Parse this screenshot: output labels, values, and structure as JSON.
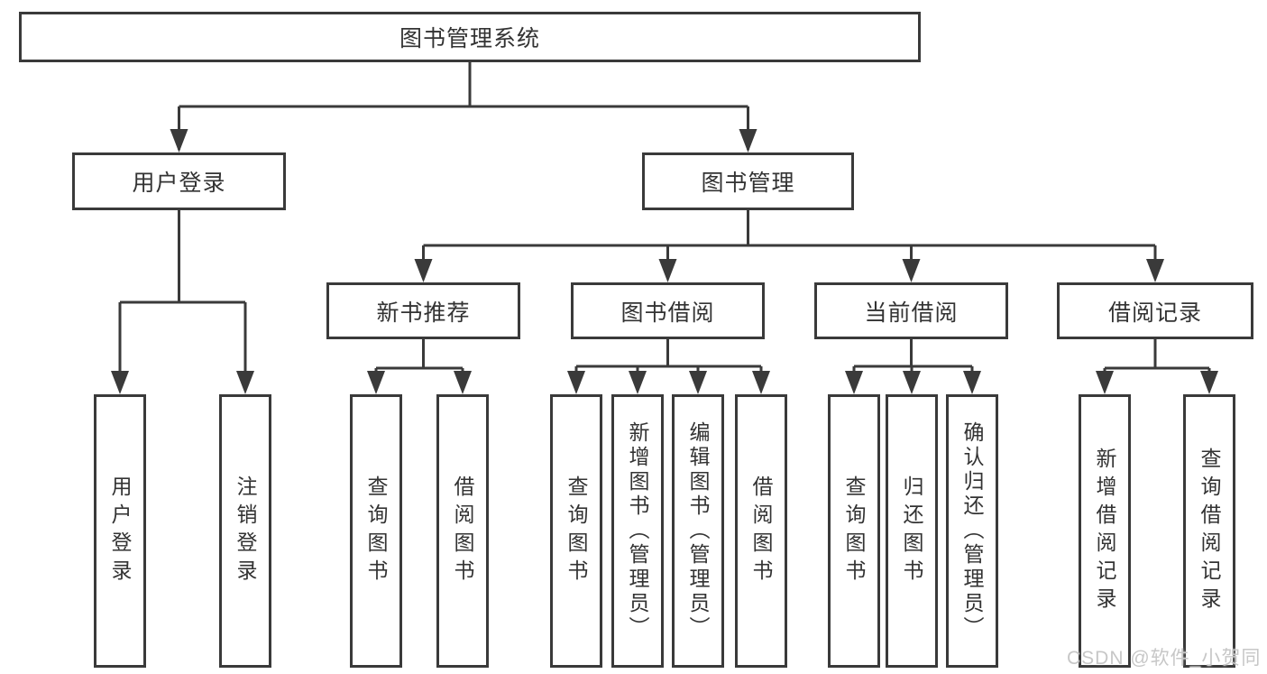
{
  "colors": {
    "line": "#3a3a3a",
    "text": "#333333",
    "background": "#ffffff",
    "watermark": "#c7c7c7"
  },
  "nodes": {
    "root": "图书管理系统",
    "user_login": "用户登录",
    "book_mgmt": "图书管理",
    "new_book": "新书推荐",
    "book_borrow": "图书借阅",
    "current_borrow": "当前借阅",
    "borrow_records": "借阅记录",
    "leaves": [
      "用户登录",
      "注销登录",
      "查询图书",
      "借阅图书",
      "查询图书",
      "新增图书（管理员）",
      "编辑图书（管理员）",
      "借阅图书",
      "查询图书",
      "归还图书",
      "确认归还（管理员）",
      "新增借阅记录",
      "查询借阅记录"
    ]
  },
  "watermark": {
    "text": "CSDN @软件_小贺同学"
  }
}
